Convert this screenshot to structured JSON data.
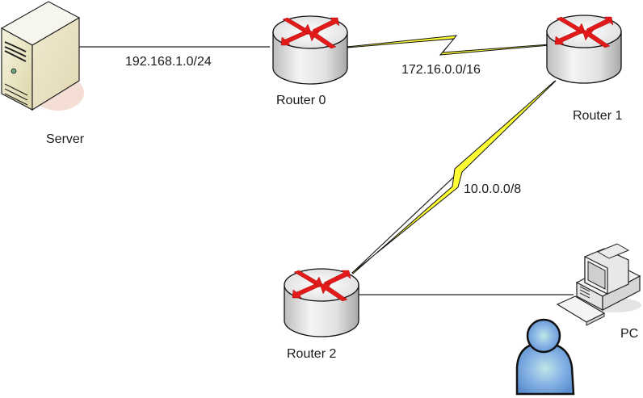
{
  "diagram": {
    "type": "network-topology",
    "nodes": [
      {
        "id": "server",
        "label": "Server",
        "kind": "server-icon"
      },
      {
        "id": "router0",
        "label": "Router 0",
        "kind": "router-icon"
      },
      {
        "id": "router1",
        "label": "Router 1",
        "kind": "router-icon"
      },
      {
        "id": "router2",
        "label": "Router 2",
        "kind": "router-icon"
      },
      {
        "id": "pc",
        "label": "PC",
        "kind": "desktop-computer-icon"
      },
      {
        "id": "user",
        "label": "",
        "kind": "user-icon"
      }
    ],
    "links": [
      {
        "from": "server",
        "to": "router0",
        "label": "192.168.1.0/24",
        "kind": "ethernet"
      },
      {
        "from": "router0",
        "to": "router1",
        "label": "172.16.0.0/16",
        "kind": "serial"
      },
      {
        "from": "router1",
        "to": "router2",
        "label": "10.0.0.0/8",
        "kind": "serial"
      },
      {
        "from": "router2",
        "to": "pc",
        "label": "",
        "kind": "ethernet"
      }
    ]
  },
  "colors": {
    "router_arrow": "#e31a1a",
    "router_body": "#e6e6e6",
    "serial_bolt": "#ffff33",
    "link_line": "#222222",
    "user_fill": "#6a9ad6",
    "server_body": "#ece8c8"
  }
}
